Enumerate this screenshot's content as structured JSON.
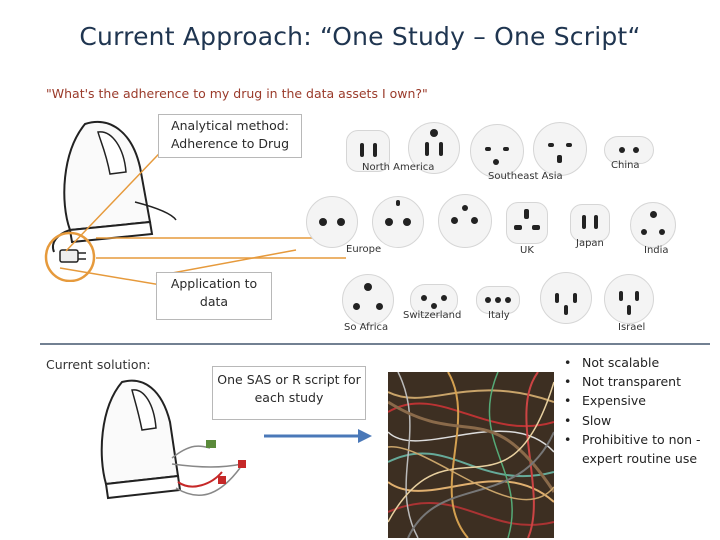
{
  "slide": {
    "title": "Current  Approach: “One Study – One Script“",
    "question": "\"What's the adherence to my drug in the data assets I own?\"",
    "method_box": "Analytical method: Adherence to Drug",
    "application_box": "Application to data",
    "current_solution_label": "Current solution:",
    "script_box": "One SAS or R script for each study",
    "plug_labels": {
      "north_america": "North America",
      "southeast_asia": "Southeast Asia",
      "china": "China",
      "europe": "Europe",
      "uk": "UK",
      "japan": "Japan",
      "india": "India",
      "so_africa": "So Africa",
      "switzerland": "Switzerland",
      "italy": "Italy",
      "israel": "Israel"
    },
    "drawbacks": [
      "Not scalable",
      "Not transparent",
      "Expensive",
      "Slow",
      "Prohibitive to non -expert routine use"
    ]
  },
  "colors": {
    "title": "#1f3550",
    "question": "#9a3a2a",
    "arrow": "#4a78b8",
    "plug_highlight": "#e69a3c",
    "connector": "#e69a3c",
    "divider": "#1f3550"
  }
}
